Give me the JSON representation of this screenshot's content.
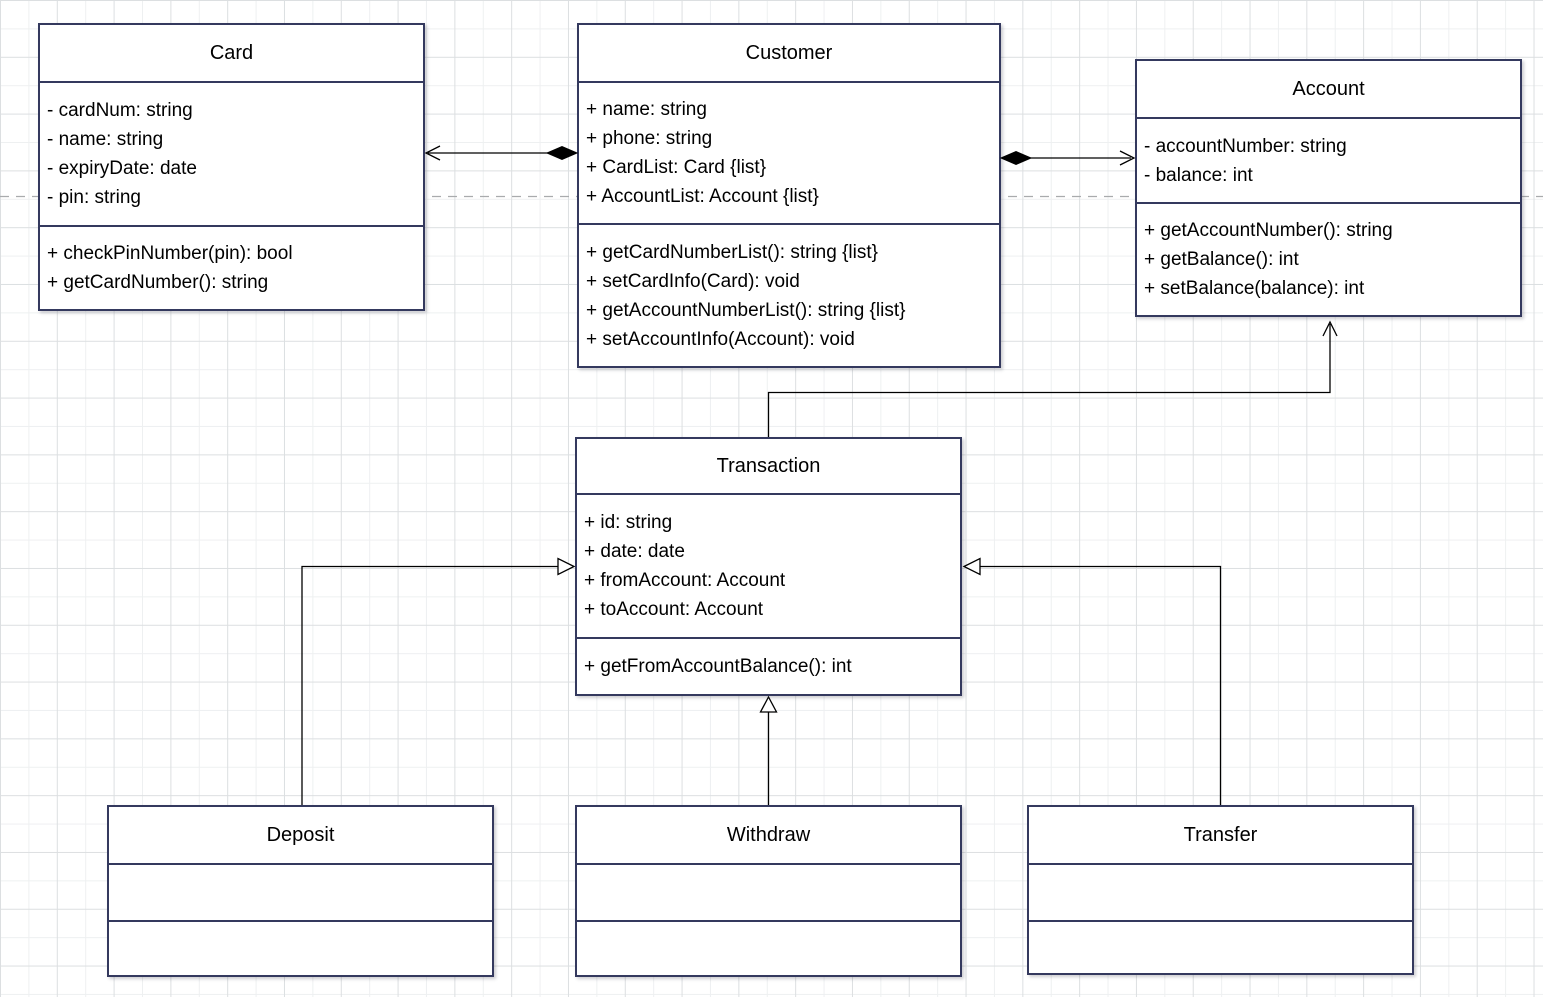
{
  "diagram": {
    "type": "uml-class-diagram",
    "classes": [
      {
        "title": "Card",
        "attributes": [
          "- cardNum: string",
          "- name: string",
          "- expiryDate: date",
          "- pin: string"
        ],
        "methods": [
          "+ checkPinNumber(pin): bool",
          "+ getCardNumber(): string"
        ]
      },
      {
        "title": "Customer",
        "attributes": [
          "+ name: string",
          "+ phone: string",
          "+ CardList: Card {list}",
          "+ AccountList: Account {list}"
        ],
        "methods": [
          "+ getCardNumberList(): string {list}",
          "+ setCardInfo(Card): void",
          "+ getAccountNumberList(): string {list}",
          "+ setAccountInfo(Account): void"
        ]
      },
      {
        "title": "Account",
        "attributes": [
          "- accountNumber: string",
          "- balance: int"
        ],
        "methods": [
          "+ getAccountNumber(): string",
          "+ getBalance(): int",
          "+ setBalance(balance): int"
        ]
      },
      {
        "title": "Transaction",
        "attributes": [
          "+ id: string",
          "+ date: date",
          "+ fromAccount: Account",
          "+ toAccount: Account"
        ],
        "methods": [
          "+ getFromAccountBalance(): int"
        ]
      },
      {
        "title": "Deposit",
        "attributes": [],
        "methods": []
      },
      {
        "title": "Withdraw",
        "attributes": [],
        "methods": []
      },
      {
        "title": "Transfer",
        "attributes": [],
        "methods": []
      }
    ],
    "relationships": [
      {
        "from": "Customer",
        "to": "Card",
        "source_marker": "filled-diamond",
        "target_marker": "open-arrow"
      },
      {
        "from": "Customer",
        "to": "Account",
        "source_marker": "filled-diamond",
        "target_marker": "open-arrow"
      },
      {
        "from": "Transaction",
        "to": "Account",
        "source_marker": "none",
        "target_marker": "open-arrow"
      },
      {
        "from": "Deposit",
        "to": "Transaction",
        "source_marker": "none",
        "target_marker": "hollow-triangle"
      },
      {
        "from": "Withdraw",
        "to": "Transaction",
        "source_marker": "none",
        "target_marker": "hollow-triangle"
      },
      {
        "from": "Transfer",
        "to": "Transaction",
        "source_marker": "none",
        "target_marker": "hollow-triangle"
      }
    ],
    "colors": {
      "box_border": "#34395e",
      "box_fill": "#ffffff",
      "edge": "#000000",
      "text": "#000000",
      "grid_minor": "#eef0f1",
      "grid_major": "#dcdfe1",
      "page_break_line": "#a9abad"
    }
  }
}
